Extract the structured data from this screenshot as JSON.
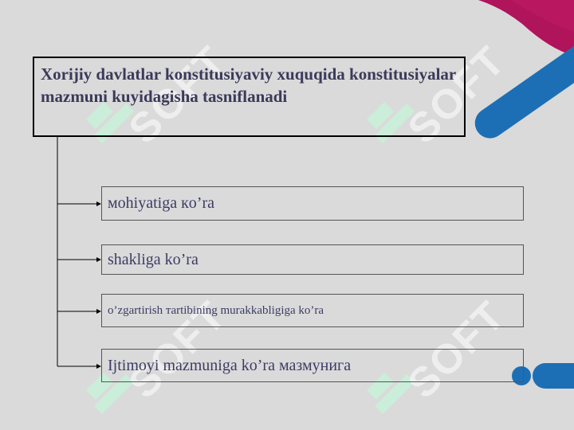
{
  "title": "Xorijiy davlatlar konstitusiyaviy xuquqida konstitusiyalar mazmuni kuyidagisha tasniflanadi",
  "items": [
    {
      "label": "мohiyatiga кo’ra"
    },
    {
      "label": "shakliga ko’ra"
    },
    {
      "label": "o’zgartirish тartibining murakkabligiga ko’ra"
    },
    {
      "label": "Ijtimoyi mazmuniga ko’ra мазмунига"
    }
  ],
  "watermark_text": "SOFT",
  "colors": {
    "background": "#dadada",
    "accent_magenta": "#b0145a",
    "accent_blue": "#1d6fb5",
    "text": "#3c3c66",
    "watermark_green": "#c8f0d8"
  }
}
